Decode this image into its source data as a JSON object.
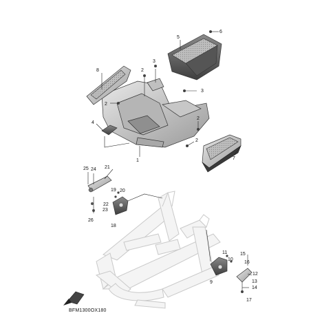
{
  "callouts": {
    "c1": "1",
    "c2a": "2",
    "c2b": "2",
    "c2c": "2",
    "c2d": "2",
    "c3a": "3",
    "c3b": "3",
    "c4": "4",
    "c5": "5",
    "c6": "6",
    "c7": "7",
    "c8": "8",
    "c9": "9",
    "c10": "10",
    "c11": "11",
    "c12": "12",
    "c13": "13",
    "c14": "14",
    "c15": "15",
    "c16": "16",
    "c17": "17",
    "c18": "18",
    "c19": "19",
    "c20": "20",
    "c21": "21",
    "c22": "22",
    "c23": "23",
    "c24": "24",
    "c25": "25",
    "c26": "26"
  },
  "diagram_code": "BFM1300OX180",
  "colors": {
    "part_fill": "#d8d8d8",
    "part_dark": "#6e6e6e",
    "ghost": "#c9c9c9",
    "text": "#111111"
  }
}
